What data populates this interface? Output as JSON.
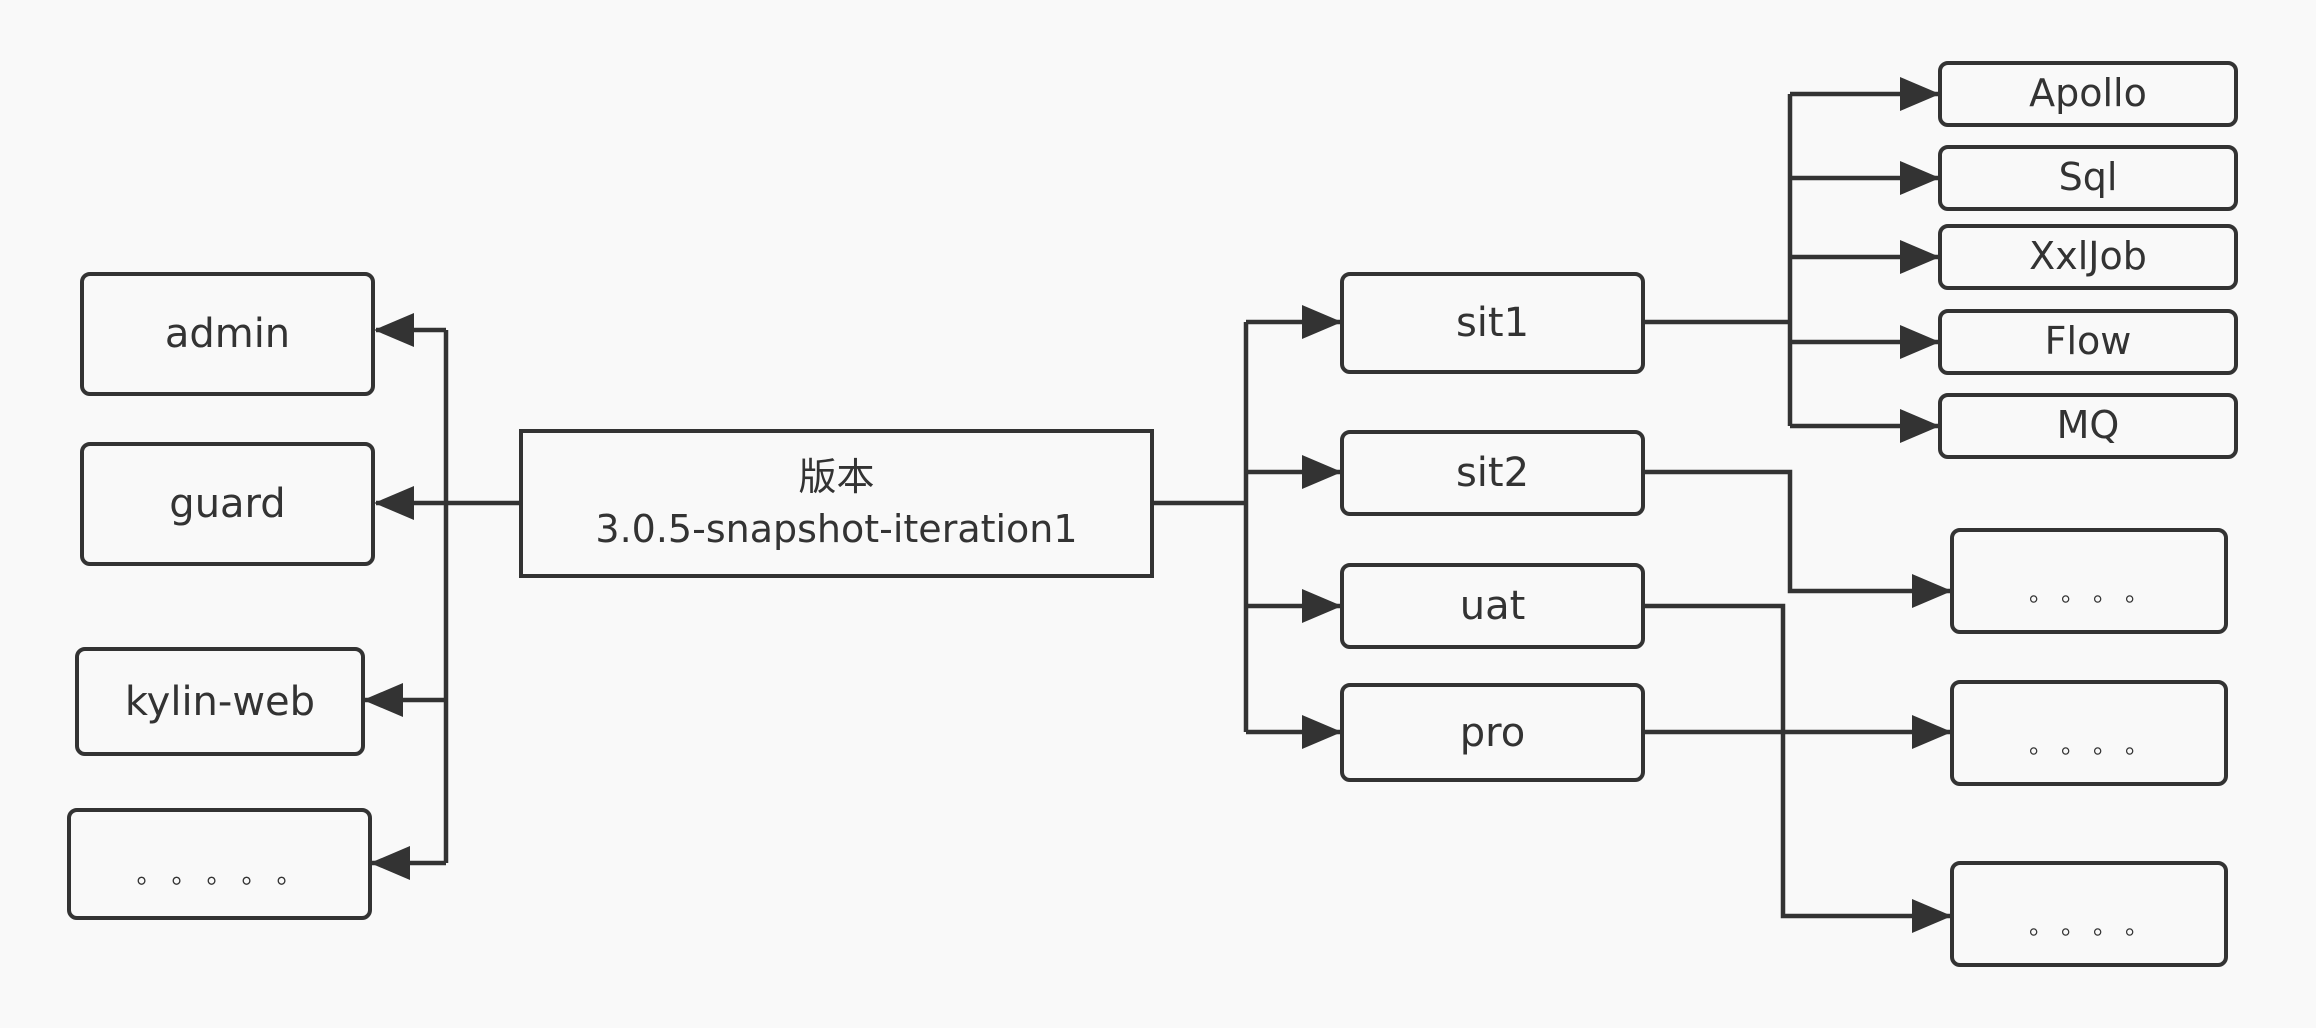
{
  "center": {
    "line1": "版本",
    "line2": "3.0.5-snapshot-iteration1"
  },
  "left_nodes": [
    "admin",
    "guard",
    "kylin-web",
    "。。。。。"
  ],
  "env_nodes": [
    "sit1",
    "sit2",
    "uat",
    "pro"
  ],
  "component_nodes": [
    "Apollo",
    "Sql",
    "XxlJob",
    "Flow",
    "MQ"
  ],
  "ellipsis_nodes": [
    "。。。。",
    "。。。。",
    "。。。。"
  ],
  "colors": {
    "background": "#f9f9f9",
    "stroke": "#333333"
  }
}
